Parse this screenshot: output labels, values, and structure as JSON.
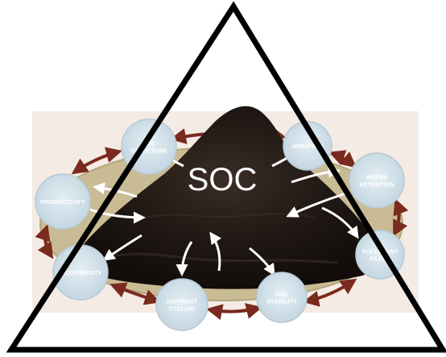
{
  "center": {
    "label": "SOC"
  },
  "nodes": [
    {
      "id": "soil-structure",
      "lines": [
        "SOIL",
        "STRUCTURE"
      ]
    },
    {
      "id": "aeration",
      "lines": [
        "AERATION"
      ]
    },
    {
      "id": "water-retention",
      "lines": [
        "WATER",
        "RETENTION"
      ]
    },
    {
      "id": "pollutant-filter",
      "lines": [
        "POLLUTANT",
        "FILTER"
      ]
    },
    {
      "id": "soil-stability",
      "lines": [
        "SOIL",
        "STABILITY"
      ]
    },
    {
      "id": "nutrient-cycling",
      "lines": [
        "NUTRIENT",
        "CYCLING"
      ]
    },
    {
      "id": "biodiversity",
      "lines": [
        "BIODIVERSITY"
      ]
    },
    {
      "id": "productivity",
      "lines": [
        "PRODUCTIVITY"
      ]
    }
  ],
  "colors": {
    "background_band": "#f4ebe4",
    "ring": "#c9bb93",
    "ring_edge": "#b3a57c",
    "node_fill": "#d3e1ea",
    "node_edge": "#b7c9d4",
    "node_text": "#ffffff",
    "arrow": "#7a2a1e",
    "soil_dark": "#1b1411",
    "soil_mid": "#2e231e",
    "triangle": "#000000"
  }
}
